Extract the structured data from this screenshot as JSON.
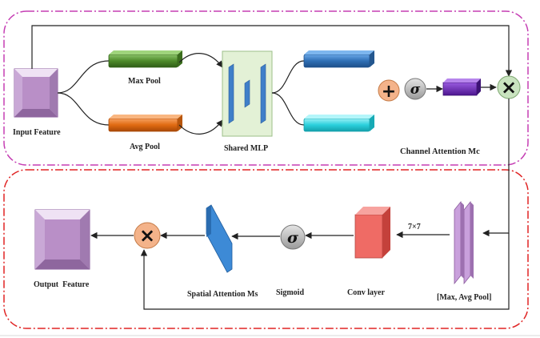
{
  "labels": {
    "input_feature": "Input Feature",
    "max_pool": "Max Pool",
    "avg_pool": "Avg Pool",
    "shared_mlp": "Shared MLP",
    "channel_attention": "Channel Attention Mc",
    "output_feature": "Output  Feature",
    "spatial_attention": "Spatial Attention Ms",
    "sigmoid": "Sigmoid",
    "conv_layer": "Conv layer",
    "max_avg_pool": "[Max, Avg Pool]",
    "kernel_size": "7×7"
  },
  "symbols": {
    "plus": "+",
    "sigma": "σ",
    "times": "×"
  },
  "colors": {
    "channel_border": "#c53fb4",
    "spatial_border": "#e02424",
    "feature_purple": "#b98fc7",
    "max_pool_green": "#4d8a2a",
    "avg_pool_orange": "#e06b12",
    "mlp_blue": "#3f7fc9",
    "mlp_bg": "#e3f1d6",
    "out_blue": "#2f6fb5",
    "out_cyan": "#2ad0dc",
    "sigma_gray": "#b3b3b3",
    "sum_orange": "#f4b38a",
    "multiply_green": "#c9e3bf",
    "channel_purple": "#6a2bb0",
    "conv_red": "#ef6b65",
    "spatial_blue": "#3d8ad6"
  }
}
